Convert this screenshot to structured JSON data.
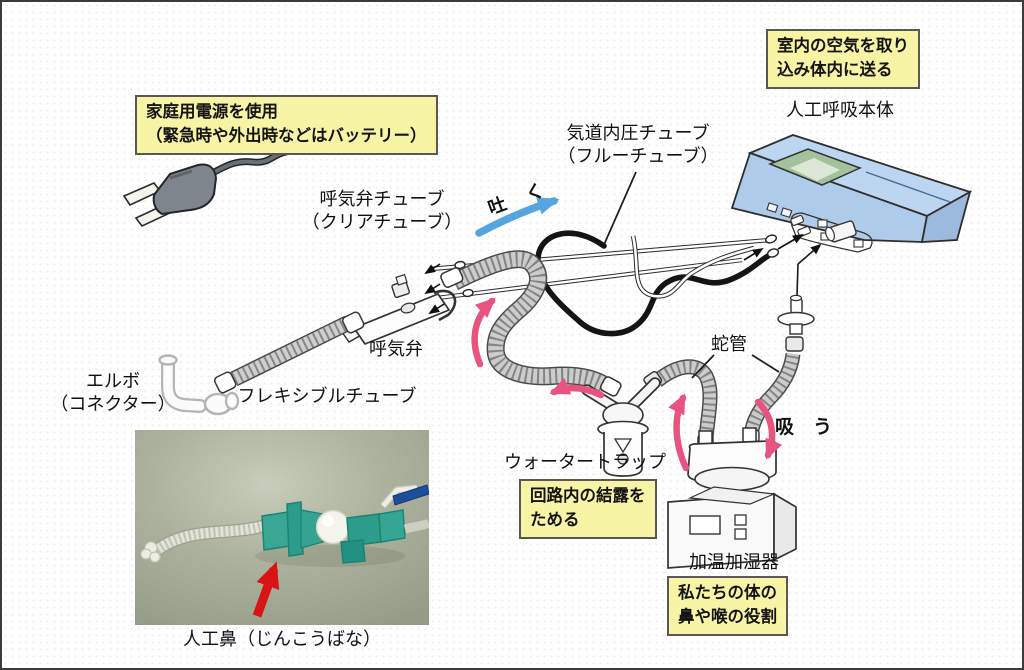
{
  "callouts": {
    "room_air": {
      "line1": "室内の空気を取り",
      "line2": "込み体内に送る"
    },
    "power": {
      "line1": "家庭用電源を使用",
      "line2": "（緊急時や外出時などはバッテリー）"
    },
    "condensation": {
      "line1": "回路内の結露を",
      "line2": "ためる"
    },
    "body_role": {
      "line1": "私たちの体の",
      "line2": "鼻や喉の役割"
    }
  },
  "labels": {
    "ventilator_unit": "人工呼吸本体",
    "airway_pressure_tube": "気道内圧チューブ",
    "airway_pressure_tube_sub": "（フルーチューブ）",
    "exhalation_valve_tube": "呼気弁チューブ",
    "exhalation_valve_tube_sub": "（クリアチューブ）",
    "exhalation_valve": "呼気弁",
    "elbow": "エルボ",
    "elbow_sub": "（コネクター）",
    "flexible_tube": "フレキシブルチューブ",
    "water_trap": "ウォータートラップ",
    "snake_tube": "蛇管",
    "humidifier": "加温加湿器",
    "artificial_nose_caption": "人工鼻（じんこうばな）",
    "exhale": "吐　く",
    "inhale": "吸　う"
  },
  "colors": {
    "callout_bg": "#f8f4a6",
    "callout_border": "#585858",
    "device_blue": "#bcd5f0",
    "screen_green": "#a3c29c",
    "flow_arrow_pink": "#e8537f",
    "exhale_arrow_blue": "#57a5de",
    "photo_arrow_red": "#d81414",
    "photo_teal": "#2d9c8a",
    "tube_gray": "#c9c9c9"
  }
}
